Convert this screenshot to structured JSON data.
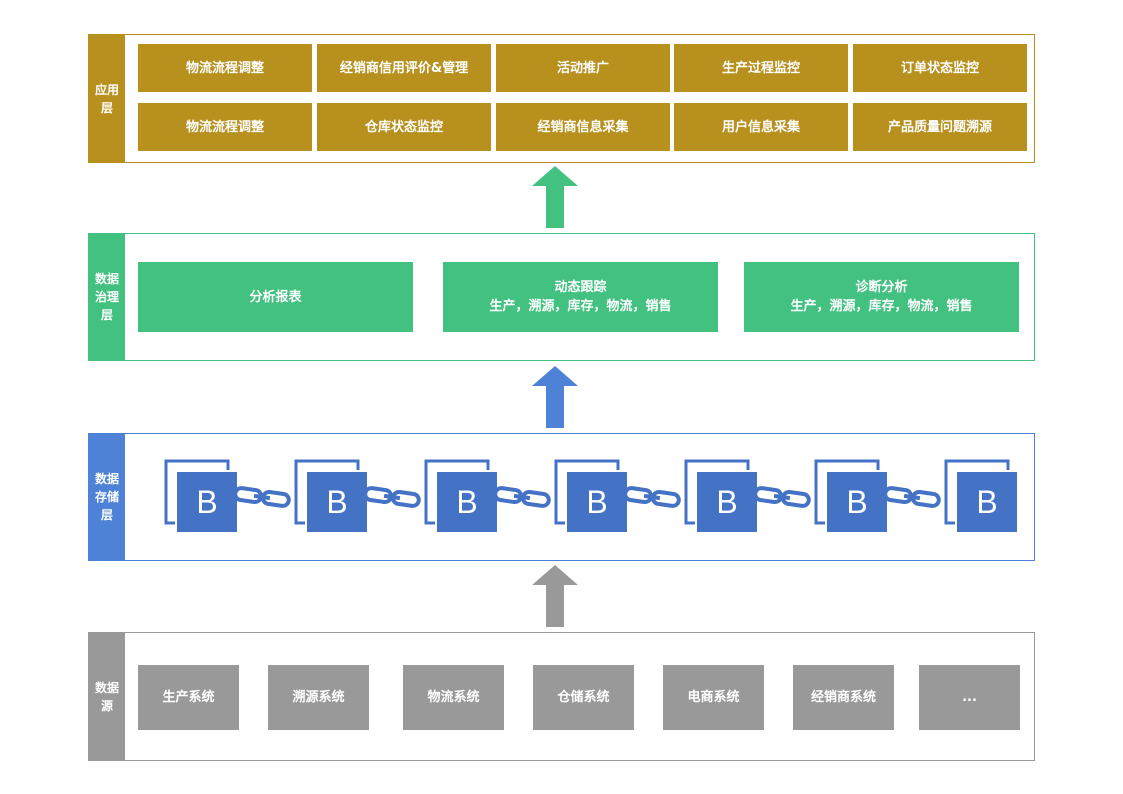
{
  "colors": {
    "application": "#b8901e",
    "governance": "#42c180",
    "storage": "#4e82d6",
    "source": "#999999",
    "block": "#4472c4"
  },
  "application_layer": {
    "label": "应用层",
    "row1": [
      "物流流程调整",
      "经销商信用评价&管理",
      "活动推广",
      "生产过程监控",
      "订单状态监控"
    ],
    "row2": [
      "物流流程调整",
      "仓库状态监控",
      "经销商信息采集",
      "用户信息采集",
      "产品质量问题溯源"
    ]
  },
  "governance_layer": {
    "label": "数据治理层",
    "boxes": [
      {
        "title": "分析报表",
        "subtitle": ""
      },
      {
        "title": "动态跟踪",
        "subtitle": "生产，溯源，库存，物流，销售"
      },
      {
        "title": "诊断分析",
        "subtitle": "生产，溯源，库存，物流，销售"
      }
    ]
  },
  "storage_layer": {
    "label": "数据存储层",
    "block_letter": "B",
    "block_count": 7,
    "block_icon": "blockchain-block-icon",
    "link_icon": "chain-link-icon"
  },
  "source_layer": {
    "label": "数据源",
    "systems": [
      "生产系统",
      "溯源系统",
      "物流系统",
      "仓储系统",
      "电商系统",
      "经销商系统",
      "..."
    ]
  },
  "arrows": [
    {
      "icon": "up-arrow-icon",
      "color": "#42c180"
    },
    {
      "icon": "up-arrow-icon",
      "color": "#4e82d6"
    },
    {
      "icon": "up-arrow-icon",
      "color": "#999999"
    }
  ]
}
